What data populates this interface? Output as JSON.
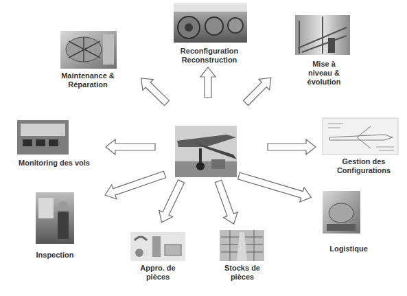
{
  "diagram": {
    "nodes": [
      {
        "text": [
          "Maintenance & Réparation"
        ]
      },
      {
        "text": [
          "Reconfiguration Reconstruction"
        ]
      },
      {
        "text": [
          "Mise à niveau & évolution"
        ]
      },
      {
        "text": [
          "Monitoring des vols"
        ]
      },
      {
        "text": [
          "Gestion des Configurations"
        ]
      },
      {
        "text": [
          "Inspection"
        ]
      },
      {
        "text": [
          "Logistique"
        ]
      },
      {
        "text": [
          "Appro. de pièces"
        ]
      },
      {
        "text": [
          "Stocks de pièces"
        ]
      }
    ]
  }
}
